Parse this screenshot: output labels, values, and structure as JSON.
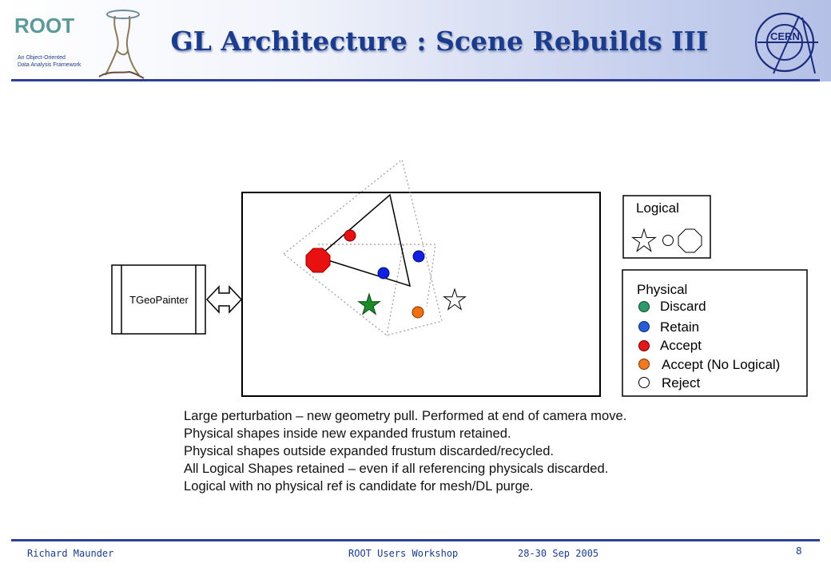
{
  "header": {
    "title": "GL Architecture : Scene Rebuilds III",
    "root_logo_name": "ROOT",
    "root_logo_tagline": [
      "An Object-Oriented",
      "Data Analysis Framework"
    ],
    "cern_logo_name": "CERN"
  },
  "diagram": {
    "painter_label": "TGeoPainter",
    "logical_legend": {
      "title": "Logical"
    },
    "physical_legend": {
      "title": "Physical",
      "items": [
        {
          "label": "Discard",
          "color": "#2e9a6a"
        },
        {
          "label": "Retain",
          "color": "#2a5bd7"
        },
        {
          "label": "Accept",
          "color": "#e01818"
        },
        {
          "label": "Accept (No Logical)",
          "color": "#f07a20"
        },
        {
          "label": "Reject",
          "color": "#ffffff"
        }
      ]
    },
    "colors": {
      "accept": "#e81010",
      "retain": "#1020e0",
      "discard_star": "#1a8a2a",
      "no_logical": "#f07010"
    }
  },
  "text_lines": [
    "Large perturbation – new geometry pull. Performed at end of camera move.",
    "Physical shapes inside new expanded frustum retained.",
    "Physical shapes outside expanded frustum discarded/recycled.",
    "All Logical Shapes retained – even if all referencing physicals discarded.",
    "Logical with no physical ref is candidate for mesh/DL purge."
  ],
  "footer": {
    "author": "Richard Maunder",
    "event": "ROOT Users Workshop",
    "date": "28-30 Sep 2005",
    "page": "8"
  }
}
